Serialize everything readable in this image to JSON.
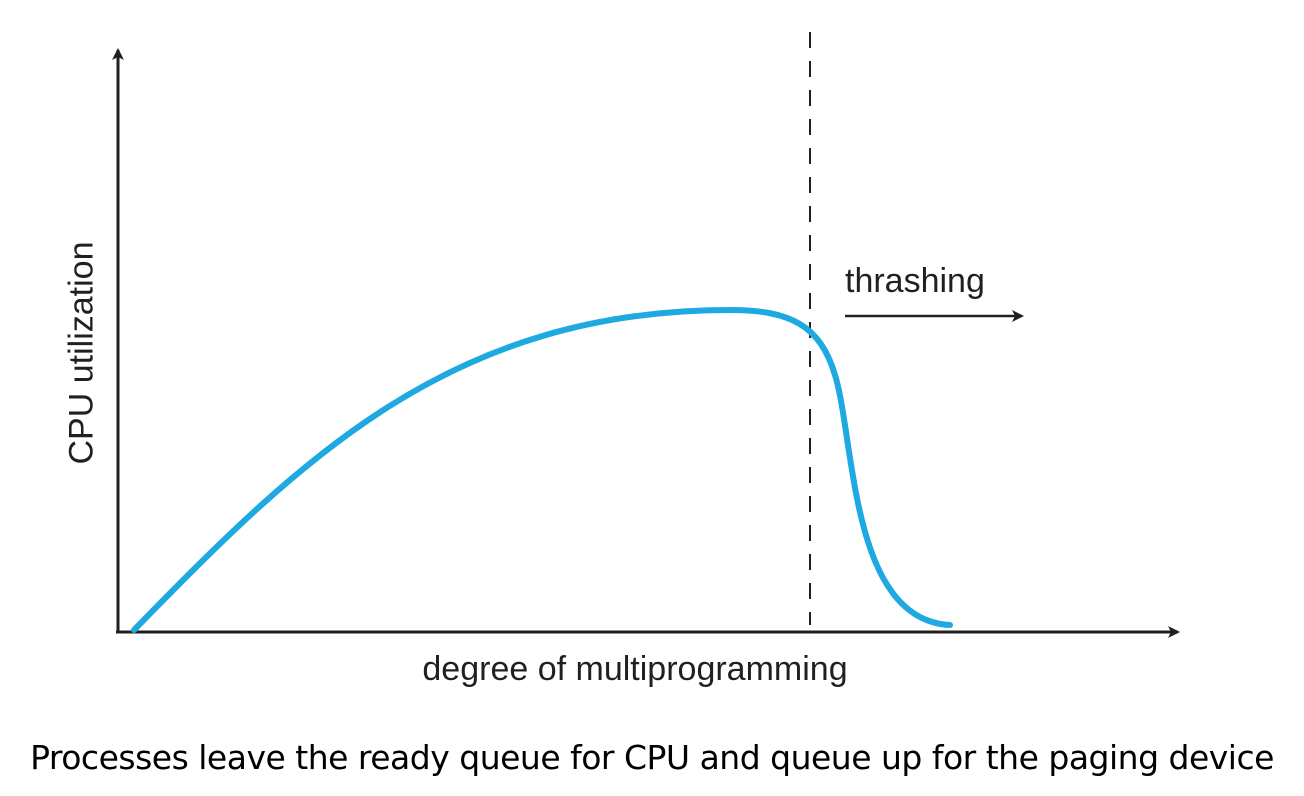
{
  "diagram": {
    "y_axis_label": "CPU utilization",
    "x_axis_label": "degree of multiprogramming",
    "region_label": "thrashing",
    "curve_color": "#1fa9e1",
    "axis_color": "#231f20"
  },
  "caption": "Processes leave the ready queue for CPU and queue up for the paging device"
}
